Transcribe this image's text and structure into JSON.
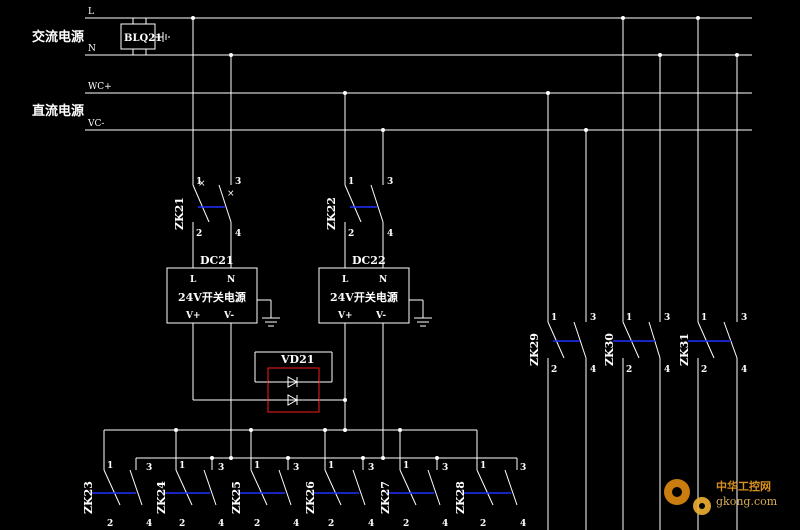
{
  "buses": {
    "L": "L",
    "N": "N",
    "VCp": "WC+",
    "VCm": "VC-"
  },
  "labels": {
    "ac_source": "交流电源",
    "dc_source": "直流电源",
    "arrester": "BLQ21",
    "diode_block": "VD21"
  },
  "power_supplies": [
    {
      "id": "DC21",
      "in_l": "L",
      "in_n": "N",
      "name": "24V开关电源",
      "out_p": "V+",
      "out_m": "V-"
    },
    {
      "id": "DC22",
      "in_l": "L",
      "in_n": "N",
      "name": "24V开关电源",
      "out_p": "V+",
      "out_m": "V-"
    }
  ],
  "breakers": [
    {
      "id": "ZK21",
      "t1": "1",
      "t3": "3",
      "t2": "2",
      "t4": "4"
    },
    {
      "id": "ZK22",
      "t1": "1",
      "t3": "3",
      "t2": "2",
      "t4": "4"
    },
    {
      "id": "ZK29",
      "t1": "1",
      "t3": "3",
      "t2": "2",
      "t4": "4"
    },
    {
      "id": "ZK30",
      "t1": "1",
      "t3": "3",
      "t2": "2",
      "t4": "4"
    },
    {
      "id": "ZK31",
      "t1": "1",
      "t3": "3",
      "t2": "2",
      "t4": "4"
    },
    {
      "id": "ZK23",
      "t1": "1",
      "t3": "3",
      "t2": "2",
      "t4": "4"
    },
    {
      "id": "ZK24",
      "t1": "1",
      "t3": "3",
      "t2": "2",
      "t4": "4"
    },
    {
      "id": "ZK25",
      "t1": "1",
      "t3": "3",
      "t2": "2",
      "t4": "4"
    },
    {
      "id": "ZK26",
      "t1": "1",
      "t3": "3",
      "t2": "2",
      "t4": "4"
    },
    {
      "id": "ZK27",
      "t1": "1",
      "t3": "3",
      "t2": "2",
      "t4": "4"
    },
    {
      "id": "ZK28",
      "t1": "1",
      "t3": "3",
      "t2": "2",
      "t4": "4"
    }
  ],
  "watermark": {
    "cn": "中华工控网",
    "url": "gkong.com"
  },
  "colors": {
    "background": "#000000",
    "lines": "#ffffff",
    "breaker_link": "#2030ff",
    "diode_box": "#d01818",
    "watermark": "#f0a020"
  }
}
